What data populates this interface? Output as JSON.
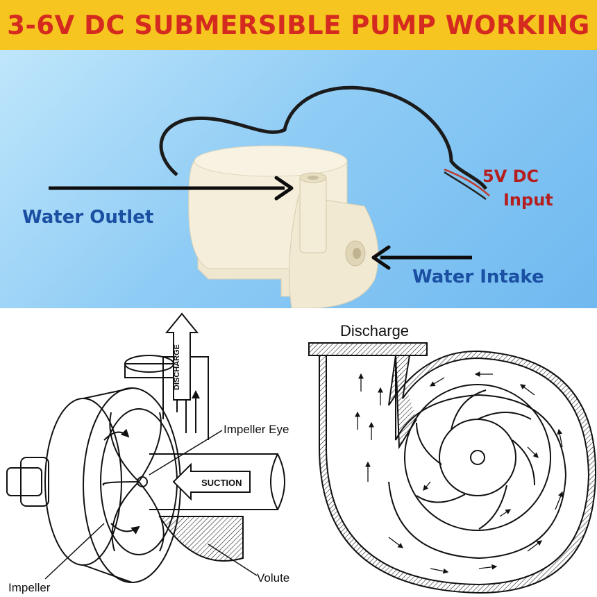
{
  "banner": {
    "title": "3-6V DC SUBMERSIBLE PUMP WORKING"
  },
  "photo": {
    "labels": {
      "water_outlet": "Water Outlet",
      "water_intake": "Water Intake",
      "dc_input_line1": "5V DC",
      "dc_input_line2": "Input"
    }
  },
  "left_diagram": {
    "discharge": "DISCHARGE",
    "suction": "SUCTION",
    "impeller_eye": "Impeller Eye",
    "impeller": "Impeller",
    "volute": "Volute"
  },
  "right_diagram": {
    "discharge": "Discharge"
  },
  "colors": {
    "banner_bg": "#f7c51f",
    "banner_text": "#d42a1f",
    "label_blue": "#1a4fa2",
    "label_red": "#b51e1e"
  }
}
